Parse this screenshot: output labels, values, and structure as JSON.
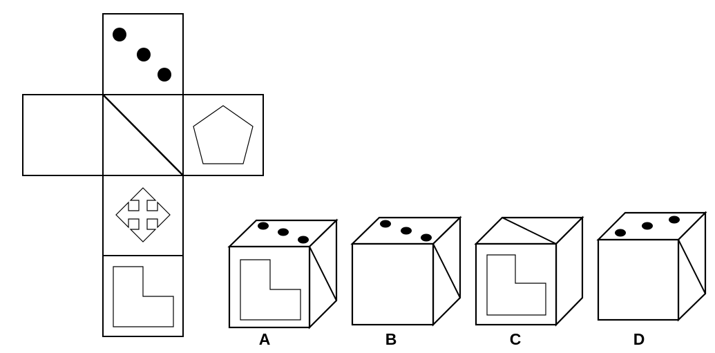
{
  "net": {
    "faces": {
      "top": {
        "symbol": "three-dots-diagonal"
      },
      "left": {
        "symbol": "blank"
      },
      "center": {
        "symbol": "diagonal-line"
      },
      "right": {
        "symbol": "pentagon"
      },
      "middle_lower": {
        "symbol": "four-way-arrows"
      },
      "bottom": {
        "symbol": "l-shape"
      }
    }
  },
  "options": [
    {
      "label": "A",
      "front": "l-shape",
      "top": "three-dots",
      "side": "diagonal-line"
    },
    {
      "label": "B",
      "front": "blank",
      "top": "three-dots",
      "side": "diagonal-line"
    },
    {
      "label": "C",
      "front": "l-shape",
      "top": "diagonal-line",
      "side": "blank"
    },
    {
      "label": "D",
      "front": "blank",
      "top": "three-dots",
      "side": "diagonal-line"
    }
  ],
  "colors": {
    "stroke": "#000000",
    "fill": "#ffffff"
  }
}
